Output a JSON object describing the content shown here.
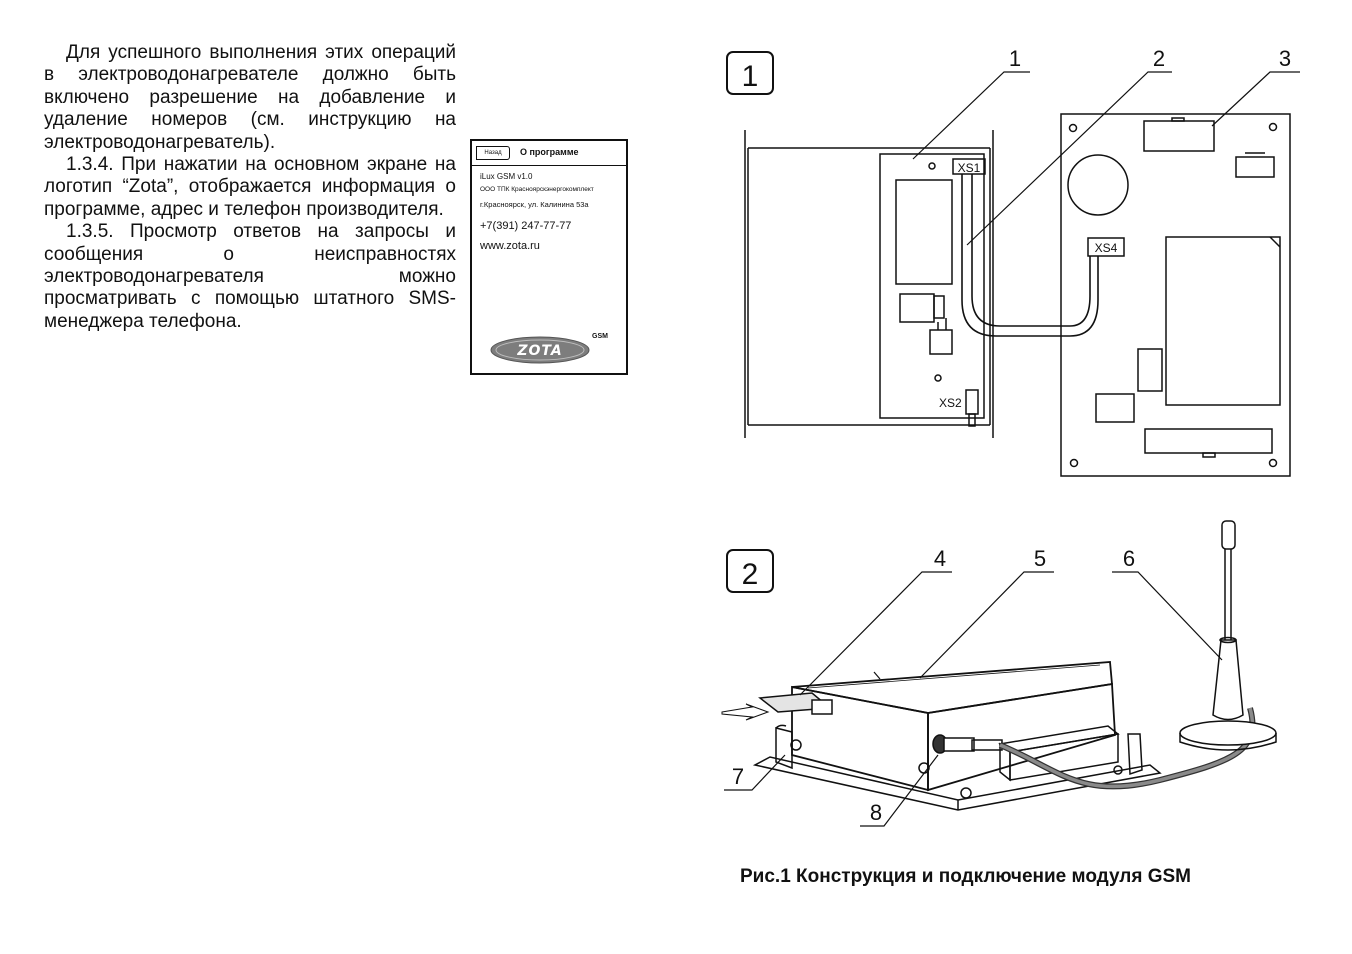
{
  "text": {
    "p1": "Для успешного выполнения этих операций в электроводонагревателе должно быть включено разрешение на добавление и удаление номеров (см. инструкцию на электроводонагреватель).",
    "p2": "1.3.4. При нажатии на основном экране на логотип “Zota”, отображается информация о программе, адрес и телефон производителя.",
    "p3": "1.3.5. Просмотр ответов на запросы и сообщения о неисправностях электроводонагревателя можно просматривать с помощью штатного SMS-менеджера телефона."
  },
  "screen": {
    "back_label": "Назад",
    "title": "О программе",
    "version": "iLux GSM v1.0",
    "company": "ООО ТПК Красноярскэнергокомплект",
    "address": "г.Красноярск, ул. Калинина 53а",
    "phone": "+7(391) 247-77-77",
    "website": "www.zota.ru",
    "logo_text": "ZOTA",
    "logo_badge": "GSM"
  },
  "figure": {
    "panel1_label": "1",
    "panel2_label": "2",
    "callouts": [
      "1",
      "2",
      "3",
      "4",
      "5",
      "6",
      "7",
      "8"
    ],
    "connectors": {
      "xs1": "XS1",
      "xs2": "XS2",
      "xs4": "XS4"
    },
    "caption": "Рис.1  Конструкция и подключение модуля GSM"
  }
}
